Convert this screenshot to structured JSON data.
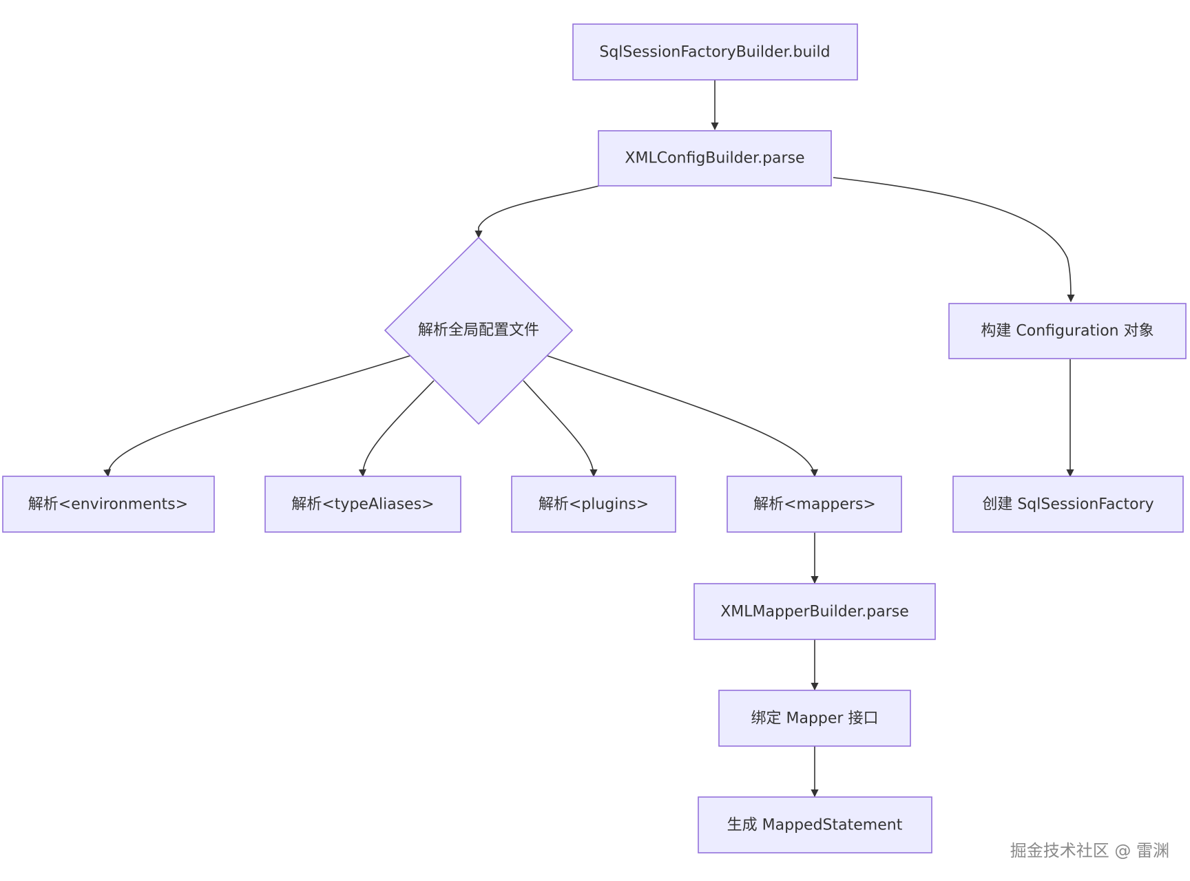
{
  "diagram": {
    "nodes": {
      "build": "SqlSessionFactoryBuilder.build",
      "parse": "XMLConfigBuilder.parse",
      "decision": "解析全局配置文件",
      "config": "构建 Configuration 对象",
      "env": "解析<environments>",
      "alias": "解析<typeAliases>",
      "plugins": "解析<plugins>",
      "mappers": "解析<mappers>",
      "factory": "创建 SqlSessionFactory",
      "mapperParse": "XMLMapperBuilder.parse",
      "bind": "绑定 Mapper 接口",
      "statement": "生成 MappedStatement"
    },
    "edges": [
      [
        "build",
        "parse"
      ],
      [
        "parse",
        "decision"
      ],
      [
        "parse",
        "config"
      ],
      [
        "decision",
        "env"
      ],
      [
        "decision",
        "alias"
      ],
      [
        "decision",
        "plugins"
      ],
      [
        "decision",
        "mappers"
      ],
      [
        "config",
        "factory"
      ],
      [
        "mappers",
        "mapperParse"
      ],
      [
        "mapperParse",
        "bind"
      ],
      [
        "bind",
        "statement"
      ]
    ]
  },
  "watermark": "掘金技术社区 @ 雷渊",
  "colors": {
    "node_fill": "#ECECFF",
    "node_stroke": "#9370DB",
    "edge": "#333333",
    "text": "#333333"
  }
}
